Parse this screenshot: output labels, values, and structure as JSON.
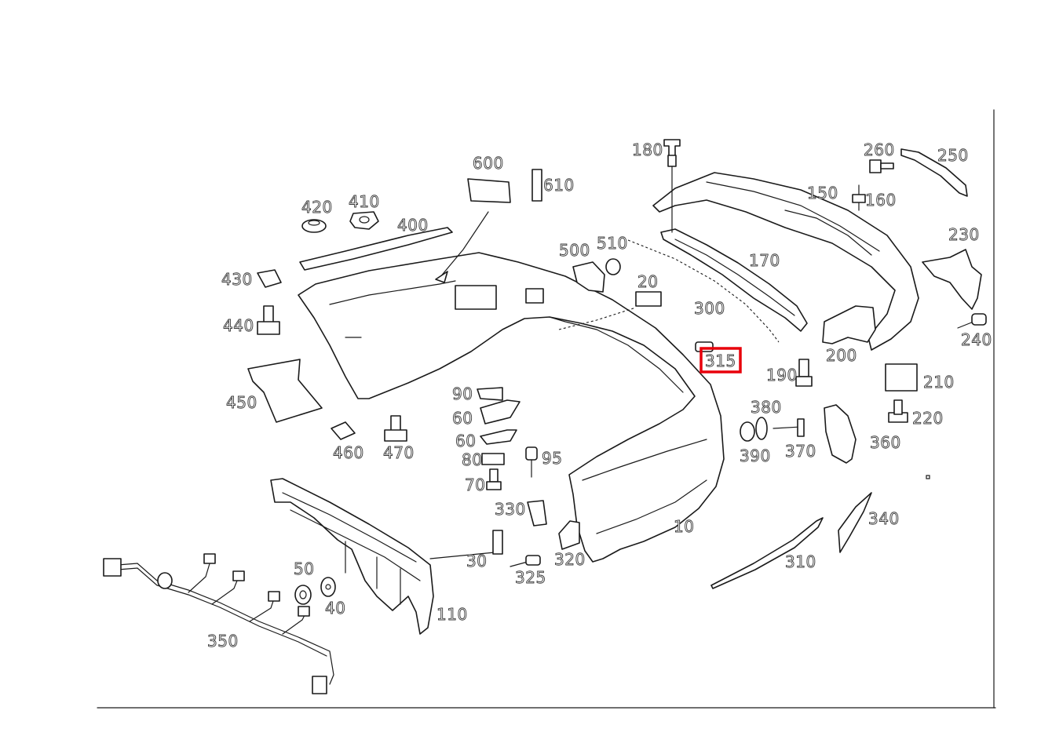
{
  "highlight": {
    "callout": "315",
    "color": "#e8000b"
  },
  "callouts": {
    "c10": "10",
    "c20": "20",
    "c30": "30",
    "c40": "40",
    "c50": "50",
    "c60a": "60",
    "c60b": "60",
    "c70": "70",
    "c80": "80",
    "c90": "90",
    "c95": "95",
    "c110": "110",
    "c150": "150",
    "c160": "160",
    "c170": "170",
    "c180": "180",
    "c190": "190",
    "c200": "200",
    "c210": "210",
    "c220": "220",
    "c230": "230",
    "c240": "240",
    "c250": "250",
    "c260": "260",
    "c300": "300",
    "c310": "310",
    "c315": "315",
    "c320": "320",
    "c325": "325",
    "c330": "330",
    "c340": "340",
    "c350": "350",
    "c360": "360",
    "c370": "370",
    "c380": "380",
    "c390": "390",
    "c400": "400",
    "c410": "410",
    "c420": "420",
    "c430": "430",
    "c440": "440",
    "c450": "450",
    "c460": "460",
    "c470": "470",
    "c500": "500",
    "c510": "510",
    "c600": "600",
    "c610": "610"
  }
}
